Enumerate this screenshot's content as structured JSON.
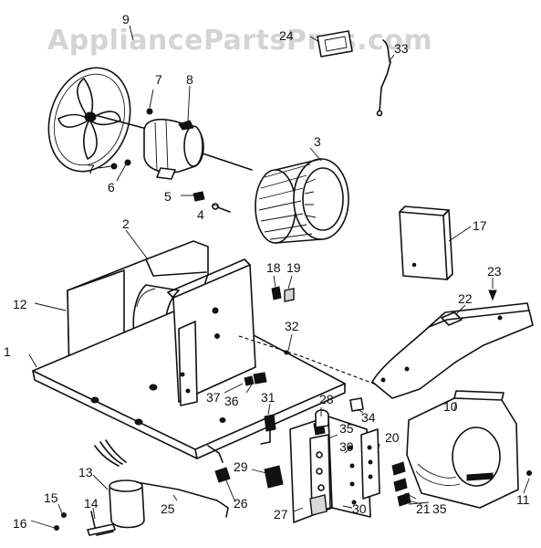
{
  "watermark": "AppliancePartsPros.com",
  "labels": [
    {
      "id": "p1",
      "text": "1"
    },
    {
      "id": "p2",
      "text": "2"
    },
    {
      "id": "p3",
      "text": "3"
    },
    {
      "id": "p4",
      "text": "4"
    },
    {
      "id": "p5",
      "text": "5"
    },
    {
      "id": "p6",
      "text": "6"
    },
    {
      "id": "p7a",
      "text": "7"
    },
    {
      "id": "p7b",
      "text": "7"
    },
    {
      "id": "p8",
      "text": "8"
    },
    {
      "id": "p9",
      "text": "9"
    },
    {
      "id": "p10",
      "text": "10"
    },
    {
      "id": "p11",
      "text": "11"
    },
    {
      "id": "p12",
      "text": "12"
    },
    {
      "id": "p13",
      "text": "13"
    },
    {
      "id": "p14",
      "text": "14"
    },
    {
      "id": "p15",
      "text": "15"
    },
    {
      "id": "p16",
      "text": "16"
    },
    {
      "id": "p17",
      "text": "17"
    },
    {
      "id": "p18",
      "text": "18"
    },
    {
      "id": "p19",
      "text": "19"
    },
    {
      "id": "p20",
      "text": "20"
    },
    {
      "id": "p21",
      "text": "21"
    },
    {
      "id": "p22",
      "text": "22"
    },
    {
      "id": "p23",
      "text": "23"
    },
    {
      "id": "p24",
      "text": "24"
    },
    {
      "id": "p25",
      "text": "25"
    },
    {
      "id": "p26",
      "text": "26"
    },
    {
      "id": "p27",
      "text": "27"
    },
    {
      "id": "p28",
      "text": "28"
    },
    {
      "id": "p29",
      "text": "29"
    },
    {
      "id": "p30a",
      "text": "30"
    },
    {
      "id": "p30b",
      "text": "30"
    },
    {
      "id": "p31",
      "text": "31"
    },
    {
      "id": "p32",
      "text": "32"
    },
    {
      "id": "p33",
      "text": "33"
    },
    {
      "id": "p34",
      "text": "34"
    },
    {
      "id": "p35a",
      "text": "35"
    },
    {
      "id": "p35b",
      "text": "35"
    },
    {
      "id": "p36",
      "text": "36"
    },
    {
      "id": "p37",
      "text": "37"
    }
  ]
}
